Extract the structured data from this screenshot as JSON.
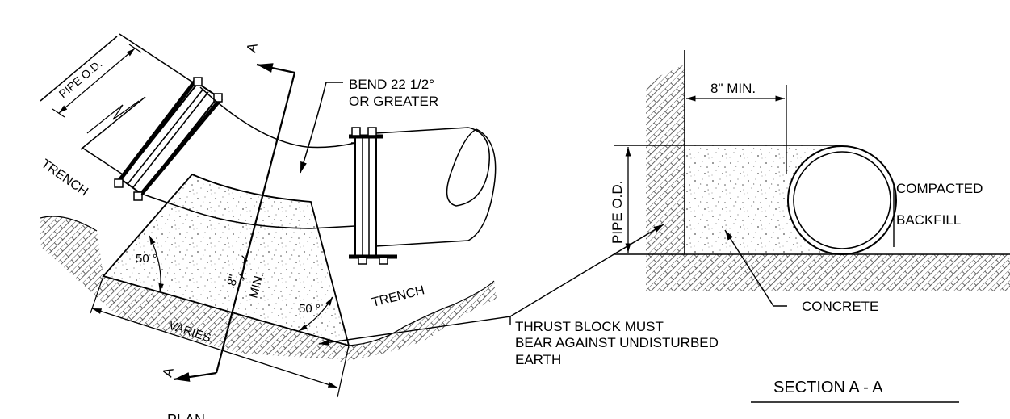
{
  "plan": {
    "pipe_od": "PIPE O.D.",
    "bend_line1": "BEND 22 1/2°",
    "bend_line2": "OR GREATER",
    "trench_left": "TRENCH",
    "trench_right": "TRENCH",
    "angle_left": "50 °",
    "angle_right": "50 °",
    "min_8": "8\"",
    "min_word": "MIN.",
    "varies": "VARIES",
    "section_marker_top": "A",
    "section_marker_bottom": "A",
    "title": "PLAN"
  },
  "thrust_note": {
    "line1": "THRUST BLOCK MUST",
    "line2": "BEAR AGAINST UNDISTURBED",
    "line3": "EARTH"
  },
  "section": {
    "min_dim": "8\" MIN.",
    "pipe_od": "PIPE O.D.",
    "compacted": "COMPACTED",
    "backfill": "BACKFILL",
    "concrete": "CONCRETE",
    "title": "SECTION A - A"
  }
}
